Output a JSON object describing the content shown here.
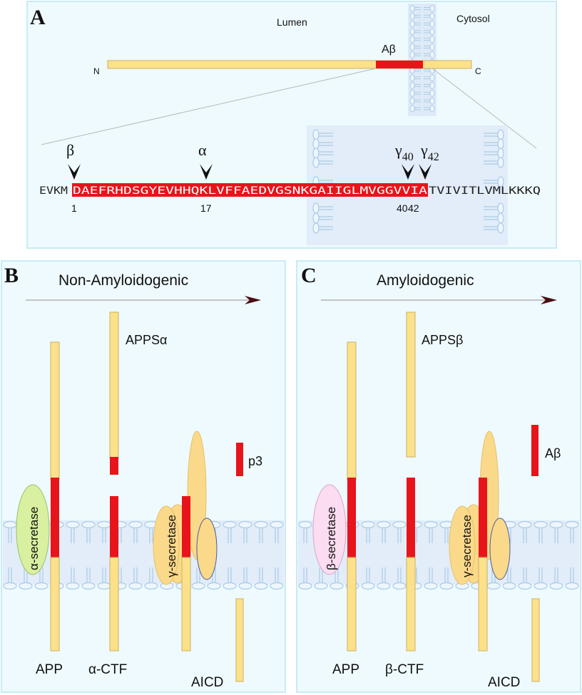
{
  "colors": {
    "panel_bg": "#eefafd",
    "panel_border": "#c8ecf4",
    "app_yellow": "#fde18a",
    "app_outline": "#c9b164",
    "abeta_red": "#e8141b",
    "membrane_blue": "#a9cbe6",
    "membrane_band": "#dfeaf8",
    "alpha_secretase": "#d8f0a0",
    "beta_secretase": "#fbdcf0",
    "gamma_secretase": "#fbd98a",
    "arrow_dark": "#4a0d12"
  },
  "panel_a": {
    "letter": "A",
    "lumen_label": "Lumen",
    "cytosol_label": "Cytosol",
    "n_terminus": "N",
    "c_terminus": "C",
    "abeta_label": "Aβ",
    "cleavage_sites": [
      {
        "symbol": "β",
        "subscript": ""
      },
      {
        "symbol": "α",
        "subscript": ""
      },
      {
        "symbol": "γ",
        "subscript": "40"
      },
      {
        "symbol": "γ",
        "subscript": "42"
      }
    ],
    "sequence": {
      "prefix": "EVKM",
      "abeta": "DAEFRHDSGYEVHHQKLVFFAEDVGSNKGAIIGLMVGGVVIA",
      "suffix": "TVIVITLVMLKKKQ"
    },
    "position_labels": [
      "1",
      "17",
      "40",
      "42"
    ]
  },
  "panel_b": {
    "letter": "B",
    "title": "Non-Amyloidogenic",
    "enzyme": "α-secretase",
    "gamma_enzyme": "γ-secretase",
    "labels": {
      "app": "APP",
      "ctf": "α-CTF",
      "soluble": "APPSα",
      "peptide": "p3",
      "aicd": "AICD"
    }
  },
  "panel_c": {
    "letter": "C",
    "title": "Amyloidogenic",
    "enzyme": "β-secretase",
    "gamma_enzyme": "γ-secretase",
    "labels": {
      "app": "APP",
      "ctf": "β-CTF",
      "soluble": "APPSβ",
      "peptide": "Aβ",
      "aicd": "AICD"
    }
  }
}
